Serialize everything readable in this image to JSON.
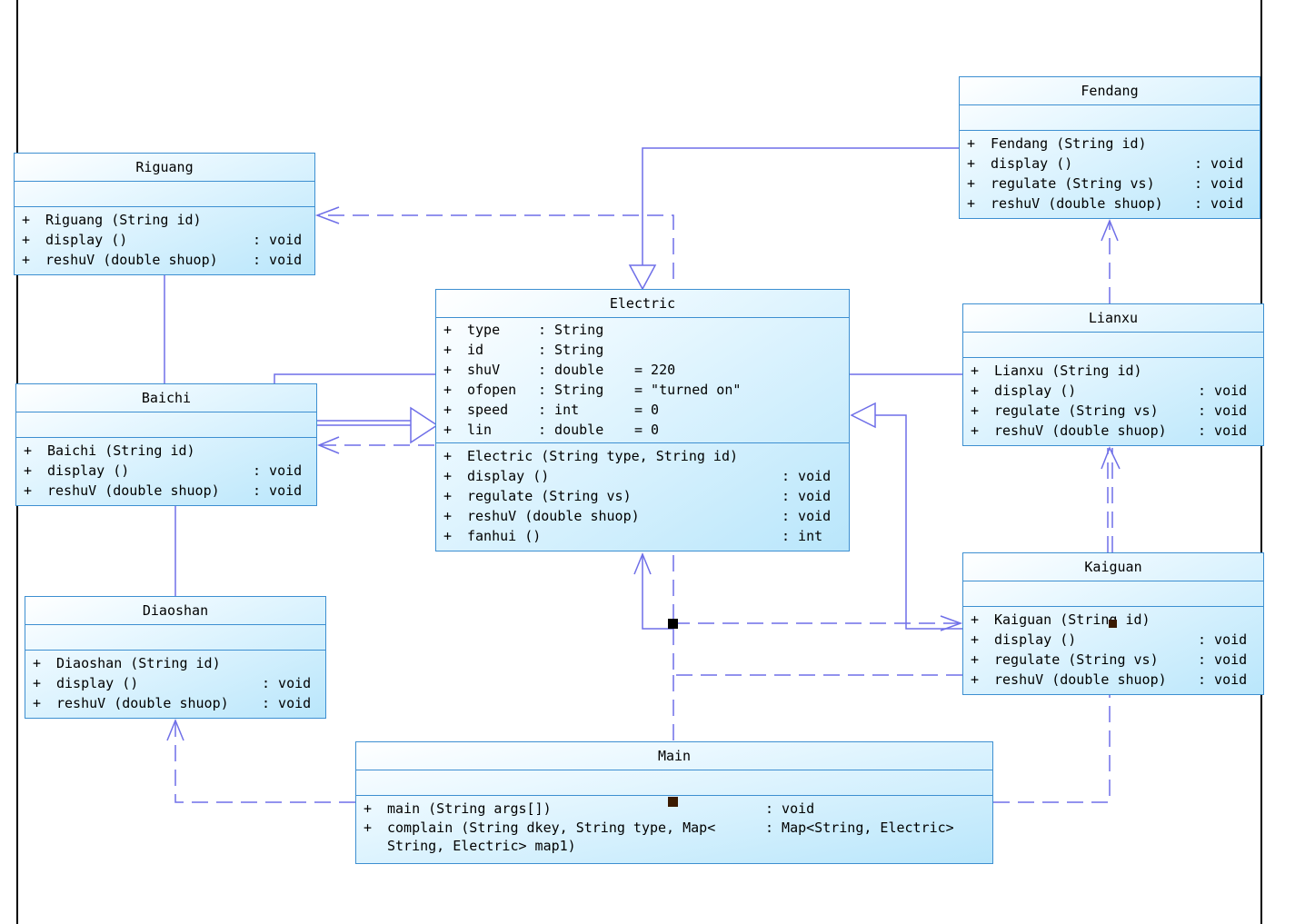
{
  "classes": {
    "fendang": {
      "name": "Fendang",
      "operations": [
        {
          "vis": "+",
          "sig": "Fendang (String id)",
          "ret": ""
        },
        {
          "vis": "+",
          "sig": "display ()",
          "ret": ": void"
        },
        {
          "vis": "+",
          "sig": "regulate (String vs)",
          "ret": ": void"
        },
        {
          "vis": "+",
          "sig": "reshuV (double shuop)",
          "ret": ": void"
        }
      ]
    },
    "riguang": {
      "name": "Riguang",
      "operations": [
        {
          "vis": "+",
          "sig": "Riguang (String id)",
          "ret": ""
        },
        {
          "vis": "+",
          "sig": "display ()",
          "ret": ": void"
        },
        {
          "vis": "+",
          "sig": "reshuV (double shuop)",
          "ret": ": void"
        }
      ]
    },
    "electric": {
      "name": "Electric",
      "attributes": [
        {
          "vis": "+",
          "name": "type",
          "type": ": String",
          "default": ""
        },
        {
          "vis": "+",
          "name": "id",
          "type": ": String",
          "default": ""
        },
        {
          "vis": "+",
          "name": "shuV",
          "type": ": double",
          "default": "= 220"
        },
        {
          "vis": "+",
          "name": "ofopen",
          "type": ": String",
          "default": "= \"turned on\""
        },
        {
          "vis": "+",
          "name": "speed",
          "type": ": int",
          "default": "= 0"
        },
        {
          "vis": "+",
          "name": "lin",
          "type": ": double",
          "default": "= 0"
        }
      ],
      "operations": [
        {
          "vis": "+",
          "sig": "Electric (String type, String id)",
          "ret": ""
        },
        {
          "vis": "+",
          "sig": "display ()",
          "ret": ": void"
        },
        {
          "vis": "+",
          "sig": "regulate (String vs)",
          "ret": ": void"
        },
        {
          "vis": "+",
          "sig": "reshuV (double shuop)",
          "ret": ": void"
        },
        {
          "vis": "+",
          "sig": "fanhui ()",
          "ret": ": int"
        }
      ]
    },
    "lianxu": {
      "name": "Lianxu",
      "operations": [
        {
          "vis": "+",
          "sig": "Lianxu (String id)",
          "ret": ""
        },
        {
          "vis": "+",
          "sig": "display ()",
          "ret": ": void"
        },
        {
          "vis": "+",
          "sig": "regulate (String vs)",
          "ret": ": void"
        },
        {
          "vis": "+",
          "sig": "reshuV (double shuop)",
          "ret": ": void"
        }
      ]
    },
    "baichi": {
      "name": "Baichi",
      "operations": [
        {
          "vis": "+",
          "sig": "Baichi (String id)",
          "ret": ""
        },
        {
          "vis": "+",
          "sig": "display ()",
          "ret": ": void"
        },
        {
          "vis": "+",
          "sig": "reshuV (double shuop)",
          "ret": ": void"
        }
      ]
    },
    "kaiguan": {
      "name": "Kaiguan",
      "operations": [
        {
          "vis": "+",
          "sig": "Kaiguan (String id)",
          "ret": ""
        },
        {
          "vis": "+",
          "sig": "display ()",
          "ret": ": void"
        },
        {
          "vis": "+",
          "sig": "regulate (String vs)",
          "ret": ": void"
        },
        {
          "vis": "+",
          "sig": "reshuV (double shuop)",
          "ret": ": void"
        }
      ]
    },
    "diaoshan": {
      "name": "Diaoshan",
      "operations": [
        {
          "vis": "+",
          "sig": "Diaoshan (String id)",
          "ret": ""
        },
        {
          "vis": "+",
          "sig": "display ()",
          "ret": ": void"
        },
        {
          "vis": "+",
          "sig": "reshuV (double shuop)",
          "ret": ": void"
        }
      ]
    },
    "main": {
      "name": "Main",
      "operations": [
        {
          "vis": "+",
          "sig": "main (String args[])",
          "ret": ": void"
        },
        {
          "vis": "+",
          "sig": "complain (String dkey, String type, Map<",
          "ret": ": Map<String, Electric>"
        },
        {
          "vis": "",
          "sig": "String, Electric> map1)",
          "ret": ""
        }
      ]
    }
  },
  "colors": {
    "connector": "#6f6fe8",
    "border": "#3d8fd1",
    "fill_light": "#eaf8ff",
    "fill_dark": "#b9e6fb"
  }
}
